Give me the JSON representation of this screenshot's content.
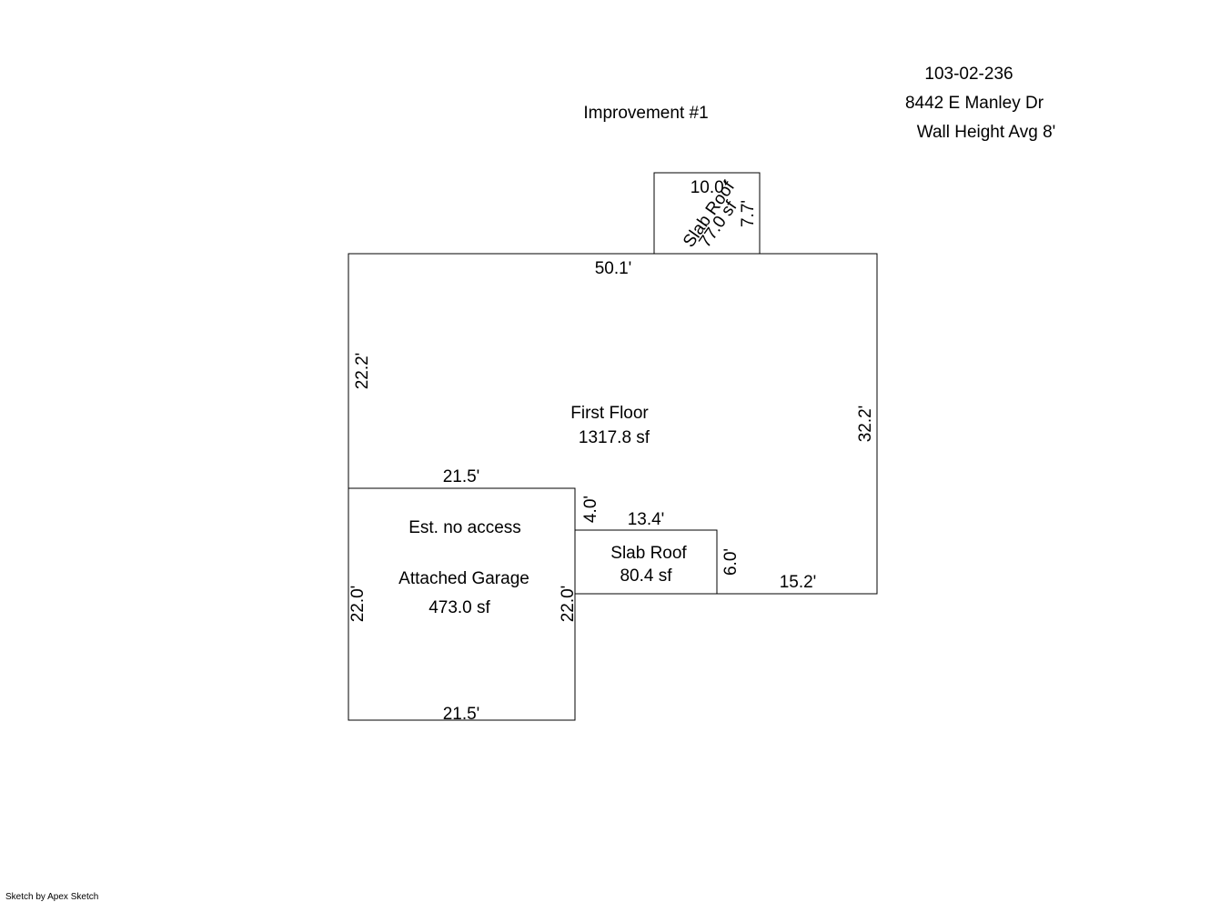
{
  "header": {
    "parcel_id": "103-02-236",
    "address": "8442 E Manley Dr",
    "wall_height": "Wall Height Avg 8'",
    "improvement": "Improvement #1"
  },
  "areas": {
    "first_floor": {
      "name": "First Floor",
      "area": "1317.8 sf"
    },
    "garage": {
      "note": "Est. no access",
      "name": "Attached Garage",
      "area": "473.0 sf"
    },
    "slab_roof_south": {
      "name": "Slab Roof",
      "area": "80.4 sf"
    },
    "slab_roof_north": {
      "name": "Slab Roof",
      "area": "77.0 sf"
    }
  },
  "dimensions": {
    "first_floor_top": "50.1'",
    "first_floor_left": "22.2'",
    "first_floor_right": "32.2'",
    "first_floor_bottom_right": "15.2'",
    "garage_top": "21.5'",
    "garage_bottom": "21.5'",
    "garage_left": "22.0'",
    "garage_right": "22.0'",
    "notch_side": "4.0'",
    "slab_south_top": "13.4'",
    "slab_south_right": "6.0'",
    "slab_north_top": "10.0'",
    "slab_north_right": "7.7'"
  },
  "footer": {
    "credit": "Sketch by Apex Sketch"
  }
}
